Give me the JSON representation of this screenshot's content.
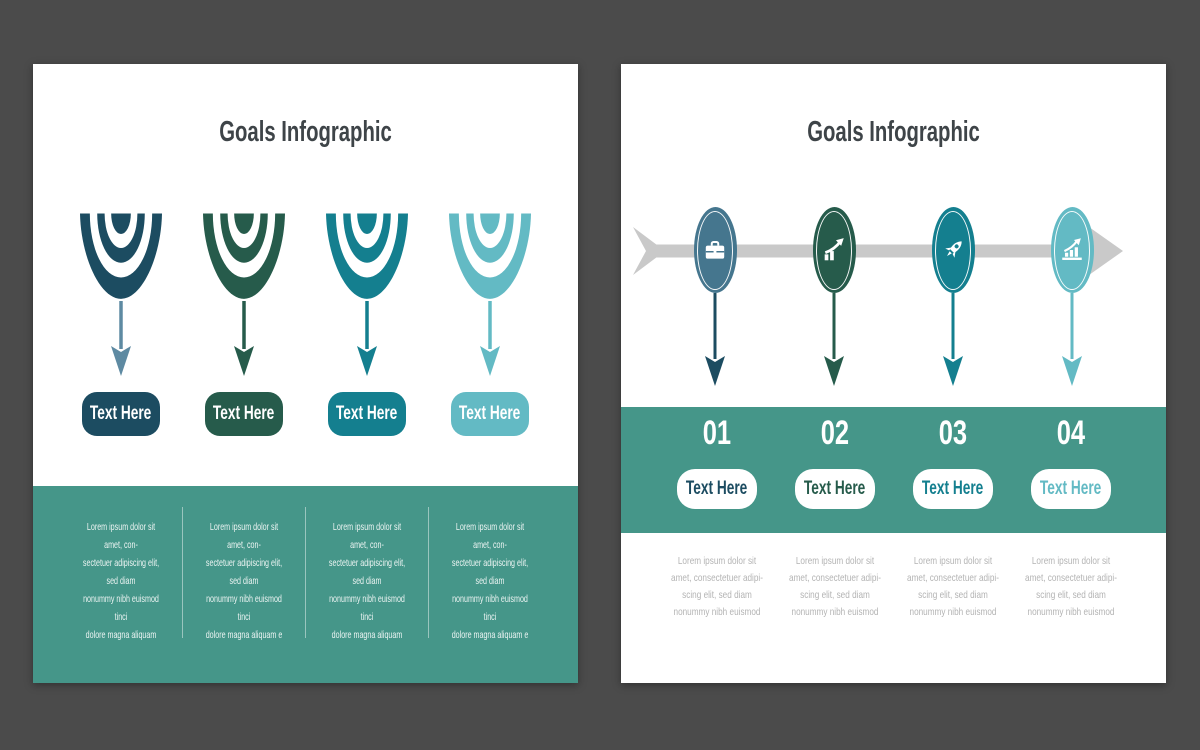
{
  "background_color": "#4b4b4b",
  "band_color": "#459689",
  "timeline_arrow_color": "#c9c9c9",
  "left_slide": {
    "title": "Goals Infographic",
    "items": [
      {
        "label": "Text Here",
        "color": "#1c4c61",
        "arrow_color": "#5e8aa2",
        "icon": "target-icon",
        "description": "Lorem ipsum dolor sit amet, con-\nsectetuer adipiscing elit, sed diam\nnonummy nibh euismod tinci\ndolore magna aliquam"
      },
      {
        "label": "Text Here",
        "color": "#265b4b",
        "arrow_color": "#265b4b",
        "icon": "target-icon",
        "description": "Lorem ipsum dolor sit amet, con-\nsectetuer adipiscing elit, sed diam\nnonummy nibh euismod tinci\ndolore magna aliquam e"
      },
      {
        "label": "Text Here",
        "color": "#147f8f",
        "arrow_color": "#147f8f",
        "icon": "target-icon",
        "description": "Lorem ipsum dolor sit amet, con-\nsectetuer adipiscing elit, sed diam\nnonummy nibh euismod tinci\ndolore magna aliquam"
      },
      {
        "label": "Text Here",
        "color": "#63bac4",
        "arrow_color": "#63bac4",
        "icon": "target-icon",
        "description": "Lorem ipsum dolor sit amet, con-\nsectetuer adipiscing elit, sed diam\nnonummy nibh euismod tinci\ndolore magna aliquam e"
      }
    ]
  },
  "right_slide": {
    "title": "Goals Infographic",
    "items": [
      {
        "number": "01",
        "label": "Text Here",
        "icon": "briefcase-icon",
        "circle_color": "#45768e",
        "arrow_color": "#1c4c61",
        "description": "Lorem ipsum dolor sit\namet, consectetuer adipi-\nscing elit, sed diam\nnonummy nibh euismod"
      },
      {
        "number": "02",
        "label": "Text Here",
        "icon": "growth-arrow-icon",
        "circle_color": "#265b4b",
        "arrow_color": "#265b4b",
        "description": "Lorem ipsum dolor sit\namet, consectetuer adipi-\nscing elit, sed diam\nnonummy nibh euismod"
      },
      {
        "number": "03",
        "label": "Text Here",
        "icon": "rocket-icon",
        "circle_color": "#147f8f",
        "arrow_color": "#147f8f",
        "description": "Lorem ipsum dolor sit\namet, consectetuer adipi-\nscing elit, sed diam\nnonummy nibh euismod"
      },
      {
        "number": "04",
        "label": "Text Here",
        "icon": "bar-chart-growth-icon",
        "circle_color": "#63bac4",
        "arrow_color": "#63bac4",
        "description": "Lorem ipsum dolor sit\namet, consectetuer adipi-\nscing elit, sed diam\nnonummy nibh euismod"
      }
    ]
  }
}
